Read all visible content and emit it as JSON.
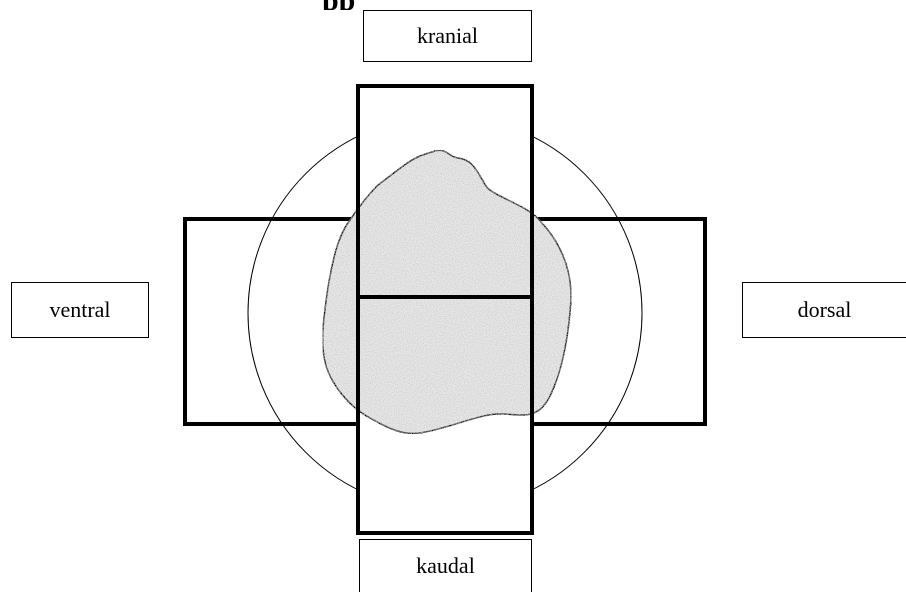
{
  "header_fragment": "pp",
  "labels": {
    "top": "kranial",
    "bottom": "kaudal",
    "left": "ventral",
    "right": "dorsal"
  },
  "colors": {
    "stroke": "#000000",
    "specimen_fill": "#e9e9e9",
    "background": "#ffffff"
  }
}
